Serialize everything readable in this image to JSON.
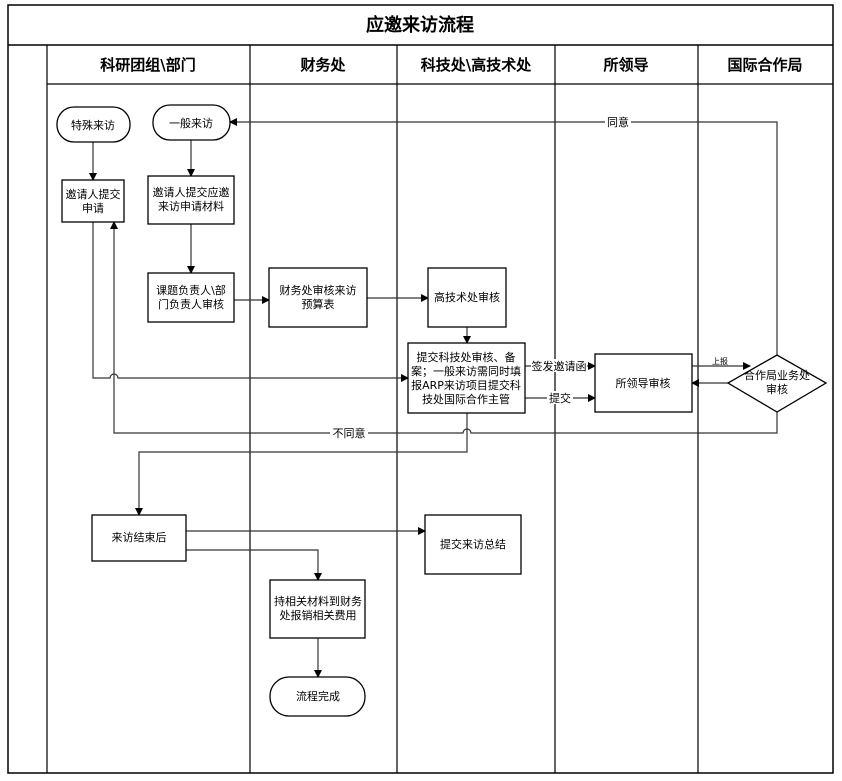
{
  "title": "应邀来访流程",
  "lanes": [
    "科研团组\\部门",
    "财务处",
    "科技处\\高技术处",
    "所领导",
    "国际合作局"
  ],
  "nodes": {
    "special_visit": [
      "特殊来访"
    ],
    "general_visit": [
      "一般来访"
    ],
    "inviter_submit": [
      "邀请人提交",
      "申请"
    ],
    "inviter_materials": [
      "邀请人提交应邀",
      "来访申请材料"
    ],
    "leader_review": [
      "课题负责人\\部",
      "门负责人审核"
    ],
    "finance_review": [
      "财务处审核来访",
      "预算表"
    ],
    "hightech_review": [
      "高技术处审核"
    ],
    "sci_submit": [
      "提交科技处审核、备",
      "案；一般来访需同时填",
      "报ARP来访项目提交科",
      "技处国际合作主管"
    ],
    "institute_review": [
      "所领导审核"
    ],
    "intl_review": [
      "合作局业务处",
      "审核"
    ],
    "visit_end": [
      "来访结束后"
    ],
    "summary": [
      "提交来访总结"
    ],
    "reimburse": [
      "持相关材料到财务",
      "处报销相关费用"
    ],
    "done": [
      "流程完成"
    ]
  },
  "edge_labels": {
    "agree": "同意",
    "disagree": "不同意",
    "sign_letter": "签发邀请函",
    "submit": "提交",
    "report": "上报"
  }
}
